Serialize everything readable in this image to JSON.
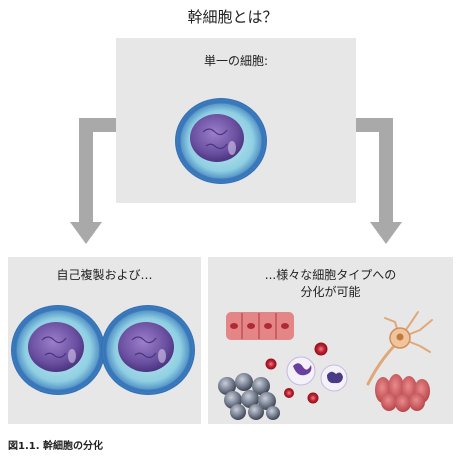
{
  "diagram": {
    "title": "幹細胞とは？",
    "top_label": "単一の細胞:",
    "left_label": "自己複製および…",
    "right_label_line1": "...様々な細胞タイプへの",
    "right_label_line2": "分化が可能",
    "caption": "図1.1. 幹細胞の分化"
  },
  "colors": {
    "box_fill": "#e8e7e7",
    "arrow": "#a9a9a9",
    "cell_outer": "#2f6db5",
    "cell_membrane": "#8fcfe2",
    "nucleus": "#6a4fa0",
    "muscle": "#d9585f",
    "red_blood_cell": "#c01f2e",
    "neuron": "#e0a878",
    "fat_cell": "#5e6778"
  }
}
